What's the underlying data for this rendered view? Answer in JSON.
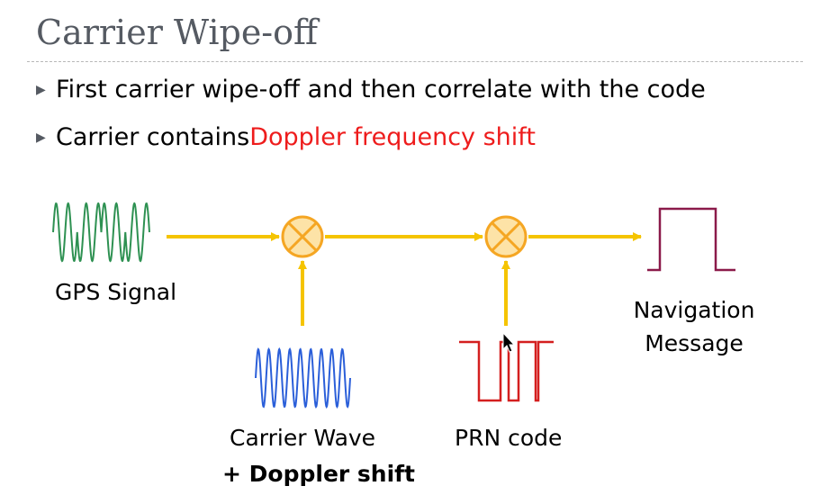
{
  "slide": {
    "title": "Carrier Wipe-off",
    "bullets": [
      {
        "text": "First carrier wipe-off and then correlate with the code",
        "highlight": ""
      },
      {
        "text": "Carrier contains ",
        "highlight": "Doppler frequency shift"
      }
    ],
    "bullet_marker": "▶"
  },
  "diagram": {
    "gps_label": "GPS Signal",
    "carrier_label": "Carrier Wave",
    "doppler_label": "+ Doppler shift",
    "prn_label": "PRN code",
    "nav_label_line1": "Navigation",
    "nav_label_line2": "Message"
  },
  "colors": {
    "title": "#555a62",
    "highlight": "#ee1c1c",
    "arrow": "#f5c400",
    "mixer_fill": "#fde3a7",
    "mixer_stroke": "#f5a623",
    "gps_wave": "#2e9152",
    "carrier_wave": "#2b5fd9",
    "prn_code": "#d41f1f",
    "nav_message": "#8b1a4a"
  }
}
